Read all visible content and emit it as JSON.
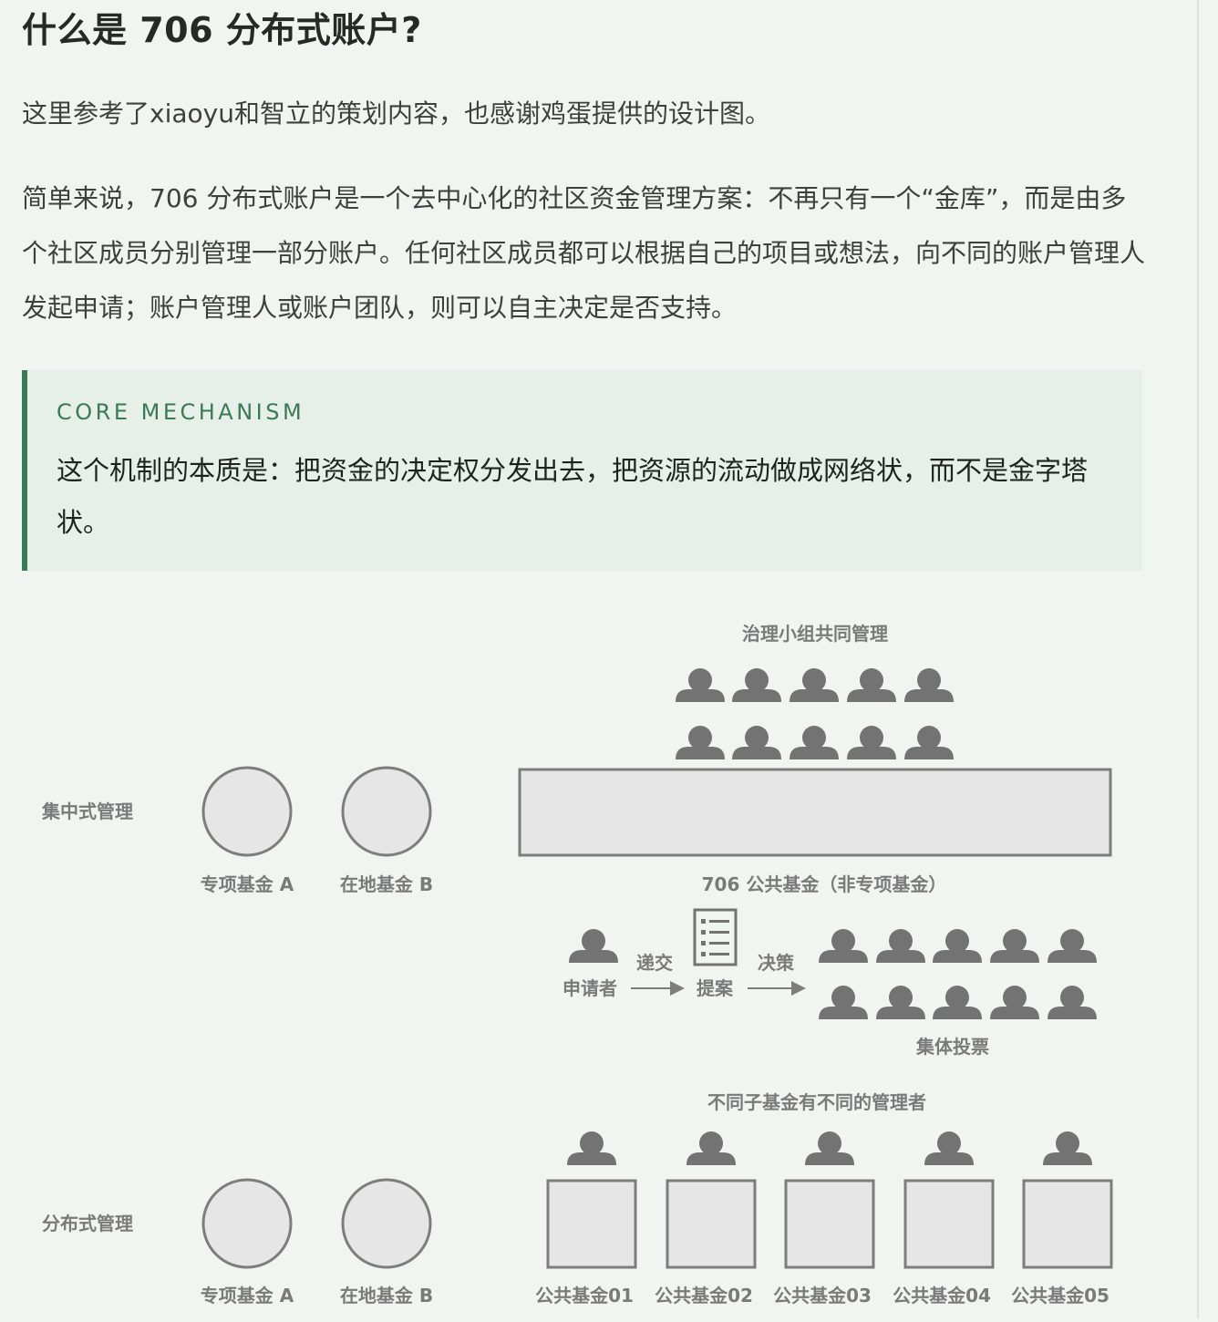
{
  "article": {
    "title": "什么是 706 分布式账户?",
    "intro": "这里参考了xiaoyu和智立的策划内容，也感谢鸡蛋提供的设计图。",
    "summary": "简单来说，706 分布式账户是一个去中心化的社区资金管理方案：不再只有一个“金库”，而是由多个社区成员分别管理一部分账户。任何社区成员都可以根据自己的项目或想法，向不同的账户管理人发起申请；账户管理人或账户团队，则可以自主决定是否支持。"
  },
  "callout": {
    "label": "CORE MECHANISM",
    "text": "这个机制的本质是：把资金的决定权分发出去，把资源的流动做成网络状，而不是金字塔状。"
  },
  "diagram": {
    "centralized": {
      "row_label": "集中式管理",
      "fund_a": "专项基金 A",
      "fund_b": "在地基金 B",
      "group_label": "治理小组共同管理",
      "public_fund": "706 公共基金（非专项基金）",
      "applicant": "申请者",
      "submit": "递交",
      "proposal": "提案",
      "decide": "决策",
      "vote": "集体投票"
    },
    "distributed": {
      "row_label": "分布式管理",
      "fund_a": "专项基金 A",
      "fund_b": "在地基金 B",
      "managers_label": "不同子基金有不同的管理者",
      "sub_funds": [
        "公共基金01",
        "公共基金02",
        "公共基金03",
        "公共基金04",
        "公共基金05"
      ]
    },
    "colors": {
      "icon": "#737373",
      "outline": "#7d7d7d",
      "fill": "#e6e6e6",
      "label": "#7a7a7a",
      "accent": "#3a7a55"
    }
  }
}
